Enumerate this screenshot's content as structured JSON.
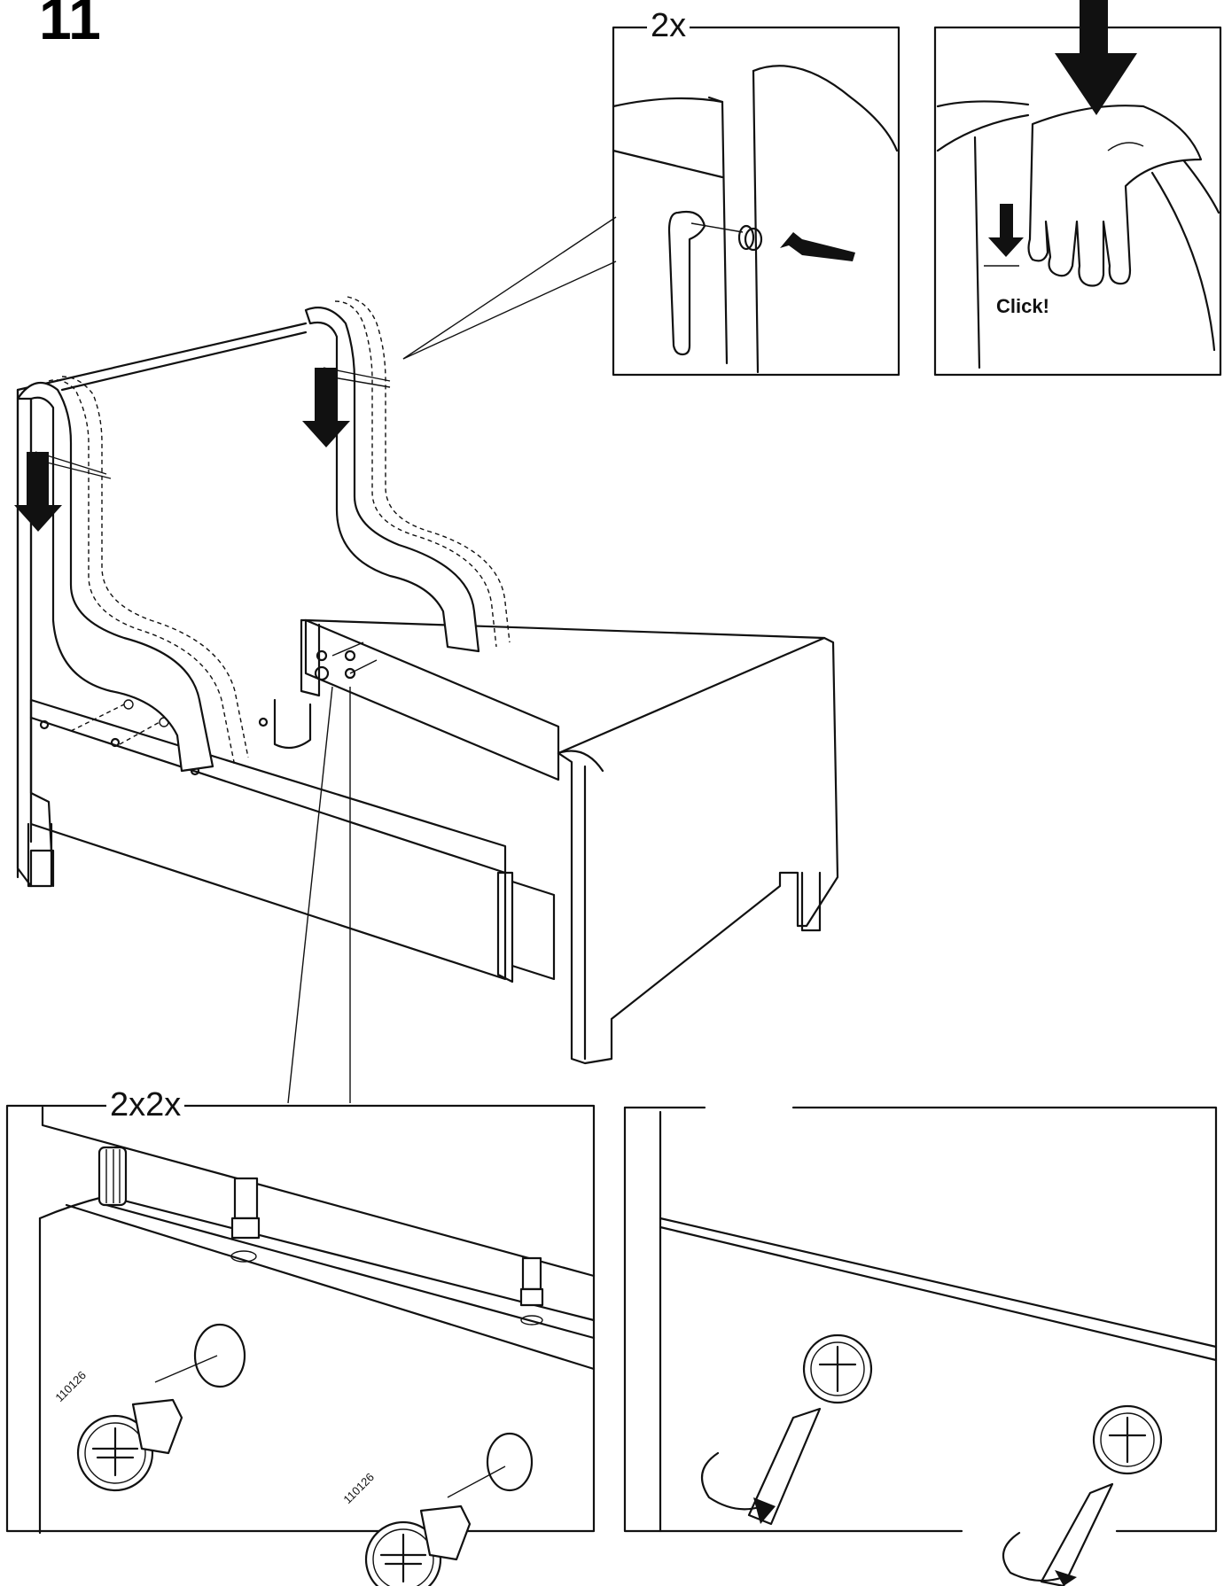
{
  "step": {
    "number": "11"
  },
  "panel_top_left": {
    "quantity_label": "2x"
  },
  "panel_top_right": {
    "click_label": "Click!"
  },
  "panel_bottom_left": {
    "quantity_label": "2x2x",
    "part_number_1": "110126",
    "part_number_2": "110126"
  },
  "colors": {
    "ink": "#111111",
    "paper": "#ffffff"
  }
}
